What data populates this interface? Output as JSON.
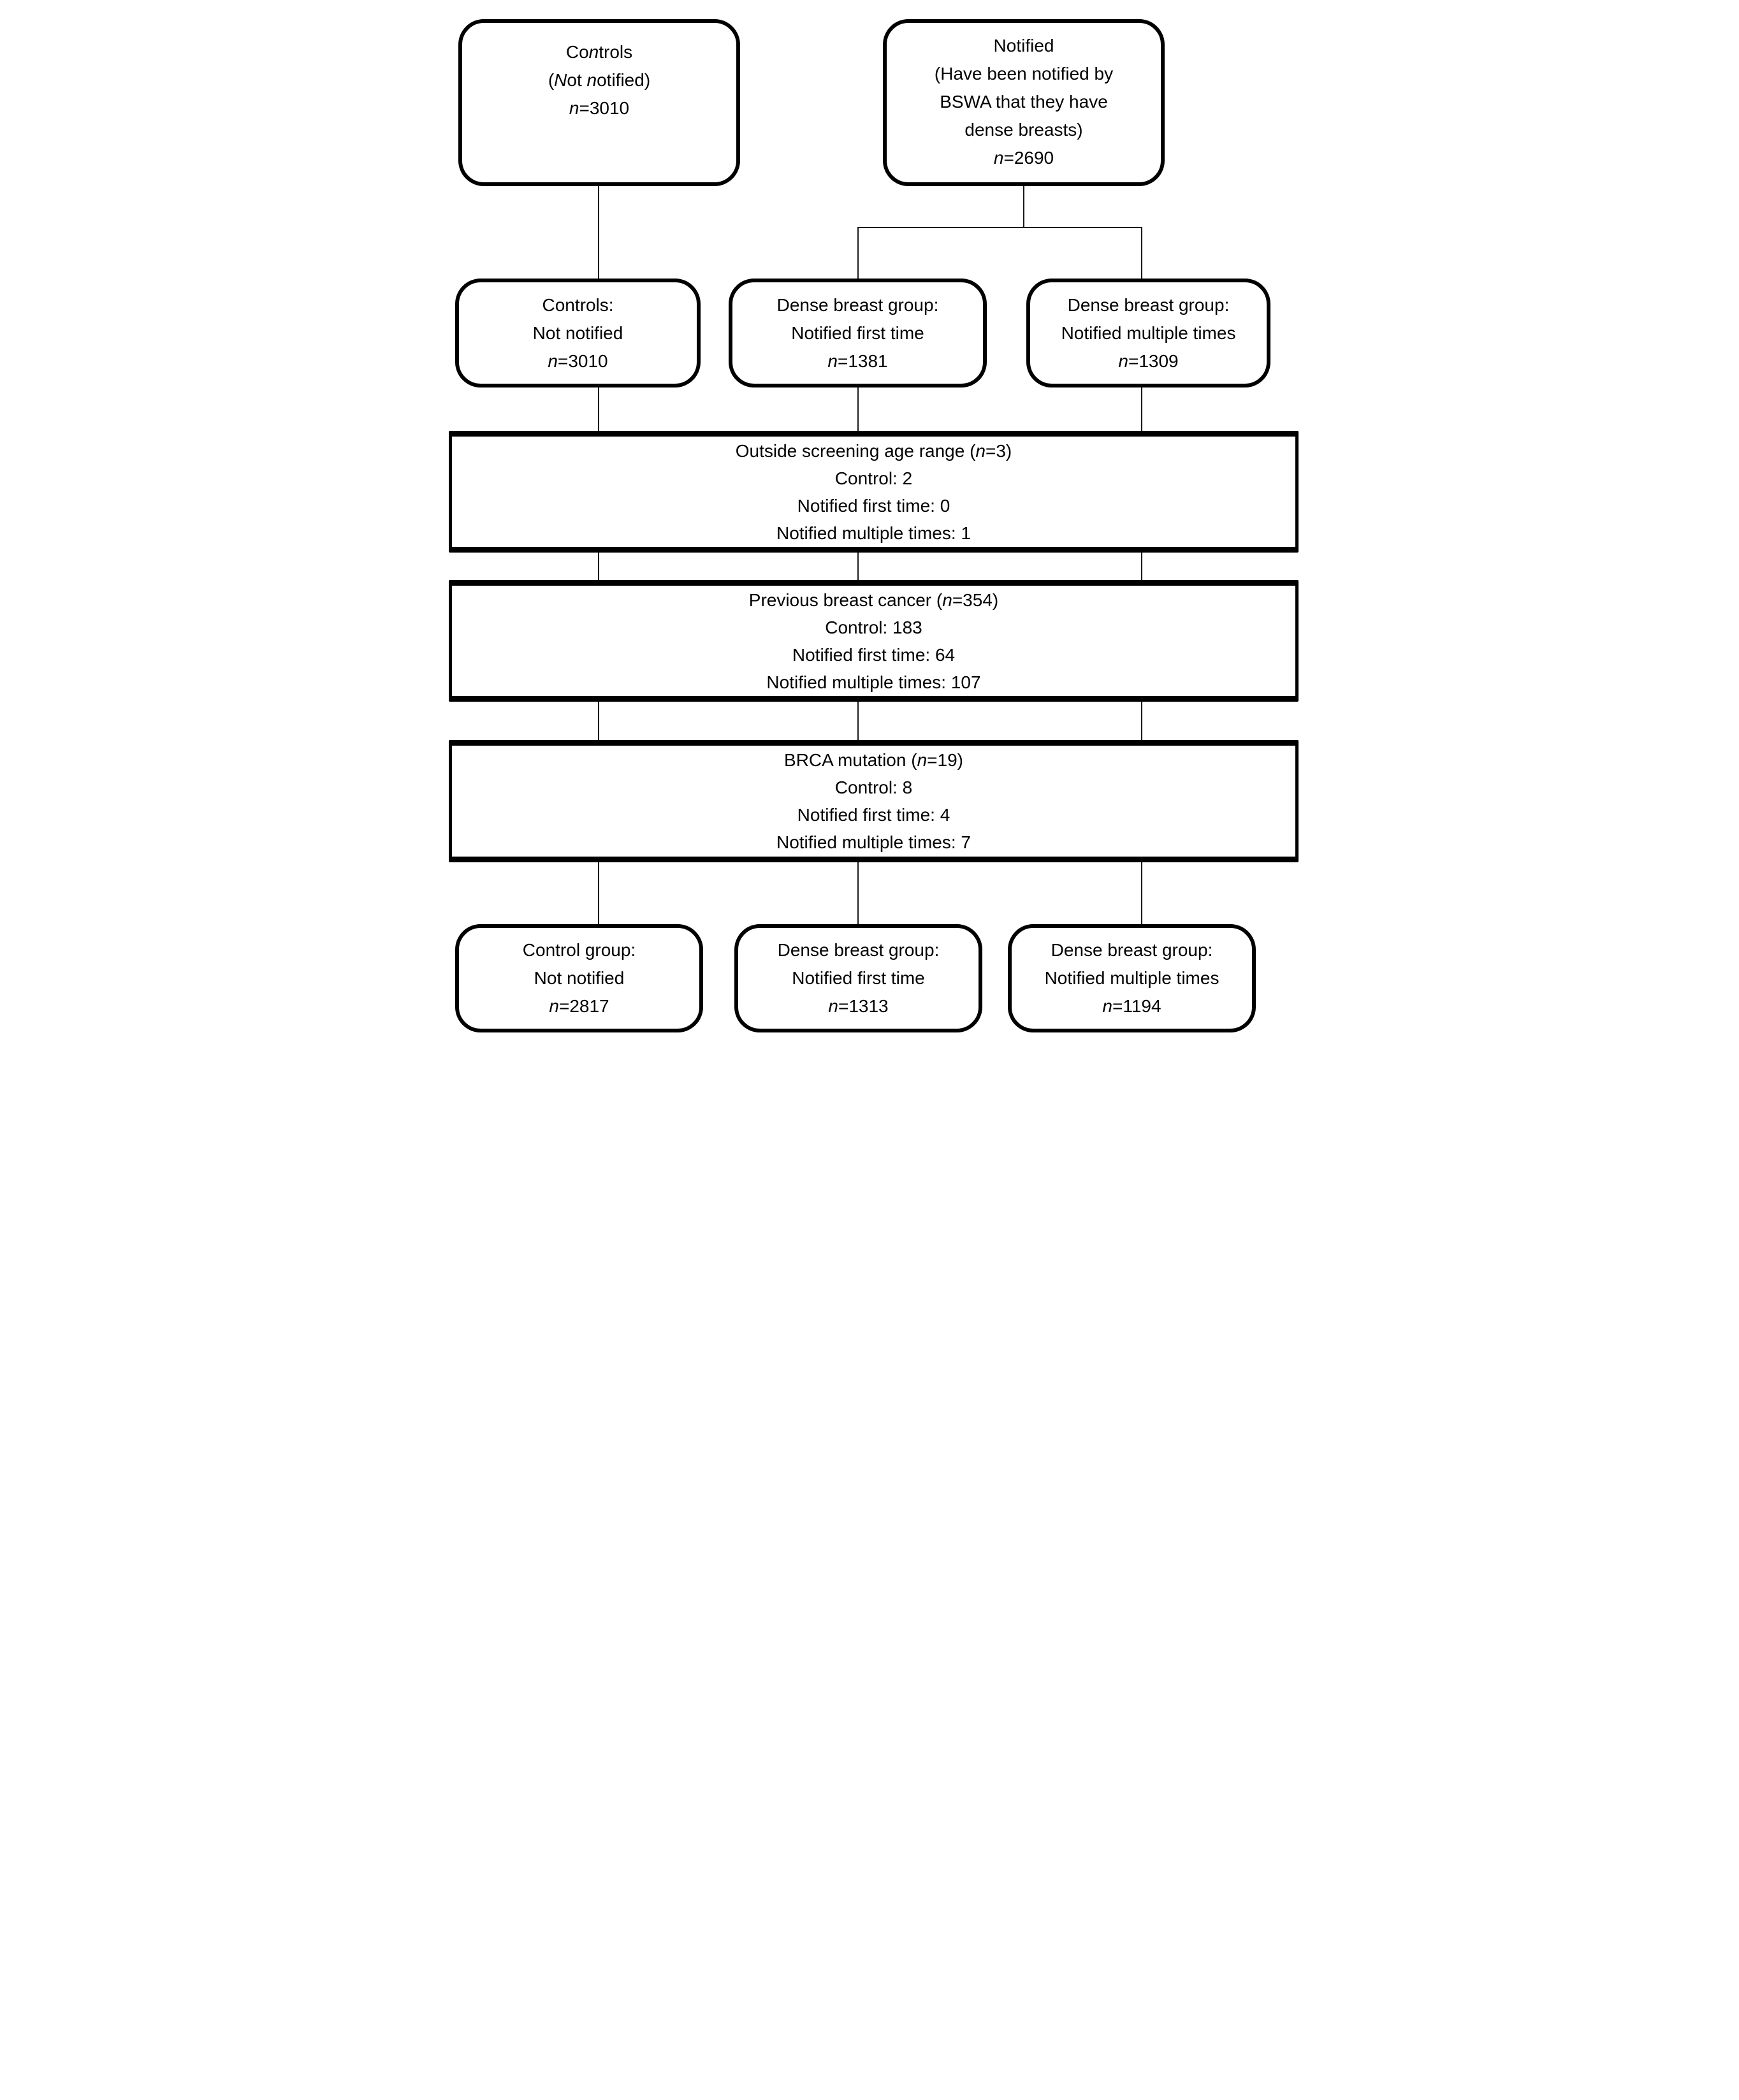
{
  "figure": {
    "type": "flowchart",
    "colors": {
      "ink": "#000000",
      "paper": "#ffffff"
    }
  },
  "boxes": {
    "controls_top": {
      "lines": [
        [
          {
            "t": "Co"
          },
          {
            "t": "n",
            "i": true
          },
          {
            "t": "trols"
          }
        ],
        [
          {
            "t": "("
          },
          {
            "t": "N",
            "i": true
          },
          {
            "t": "ot "
          },
          {
            "t": "n",
            "i": true
          },
          {
            "t": "otified)"
          }
        ],
        [
          {
            "t": "n",
            "i": true
          },
          {
            "t": "=3010"
          }
        ]
      ]
    },
    "notified_top": {
      "lines": [
        [
          {
            "t": "Notified"
          }
        ],
        [
          {
            "t": "(Have been notified by"
          }
        ],
        [
          {
            "t": "BSWA that they have"
          }
        ],
        [
          {
            "t": "dense breasts)"
          }
        ],
        [
          {
            "t": "n",
            "i": true
          },
          {
            "t": "=2690"
          }
        ]
      ]
    },
    "controls_row2": {
      "lines": [
        [
          {
            "t": "Controls:"
          }
        ],
        [
          {
            "t": "Not notified"
          }
        ],
        [
          {
            "t": "n",
            "i": true
          },
          {
            "t": "=3010"
          }
        ]
      ]
    },
    "dense_first_row2": {
      "lines": [
        [
          {
            "t": "Dense breast group:"
          }
        ],
        [
          {
            "t": "Notified first time"
          }
        ],
        [
          {
            "t": "n",
            "i": true
          },
          {
            "t": "=1381"
          }
        ]
      ]
    },
    "dense_multiple_row2": {
      "lines": [
        [
          {
            "t": "Dense breast group:"
          }
        ],
        [
          {
            "t": "Notified multiple times"
          }
        ],
        [
          {
            "t": "n",
            "i": true
          },
          {
            "t": "=1309"
          }
        ]
      ]
    },
    "exclusion_age": {
      "lines": [
        [
          {
            "t": "Outside screening age range ("
          },
          {
            "t": "n",
            "i": true
          },
          {
            "t": "=3)"
          }
        ],
        [
          {
            "t": "Control: 2"
          }
        ],
        [
          {
            "t": "Notified first time: 0"
          }
        ],
        [
          {
            "t": "Notified multiple times: 1"
          }
        ]
      ]
    },
    "exclusion_previous_cancer": {
      "lines": [
        [
          {
            "t": "Previous breast cancer ("
          },
          {
            "t": "n",
            "i": true
          },
          {
            "t": "=354)"
          }
        ],
        [
          {
            "t": "Control: 183"
          }
        ],
        [
          {
            "t": "Notified first time: 64"
          }
        ],
        [
          {
            "t": "Notified multiple times: 107"
          }
        ]
      ]
    },
    "exclusion_brca": {
      "lines": [
        [
          {
            "t": "BRCA mutation ("
          },
          {
            "t": "n",
            "i": true
          },
          {
            "t": "=19)"
          }
        ],
        [
          {
            "t": "Control: 8"
          }
        ],
        [
          {
            "t": "Notified first time: 4"
          }
        ],
        [
          {
            "t": "Notified multiple times: 7"
          }
        ]
      ]
    },
    "control_final": {
      "lines": [
        [
          {
            "t": "Control group:"
          }
        ],
        [
          {
            "t": "Not notified"
          }
        ],
        [
          {
            "t": "n",
            "i": true
          },
          {
            "t": "=2817"
          }
        ]
      ]
    },
    "dense_first_final": {
      "lines": [
        [
          {
            "t": "Dense breast group:"
          }
        ],
        [
          {
            "t": "Notified first time"
          }
        ],
        [
          {
            "t": "n",
            "i": true
          },
          {
            "t": "=1313"
          }
        ]
      ]
    },
    "dense_multiple_final": {
      "lines": [
        [
          {
            "t": "Dense breast group:"
          }
        ],
        [
          {
            "t": "Notified multiple times"
          }
        ],
        [
          {
            "t": "n",
            "i": true
          },
          {
            "t": "=1194"
          }
        ]
      ]
    }
  }
}
